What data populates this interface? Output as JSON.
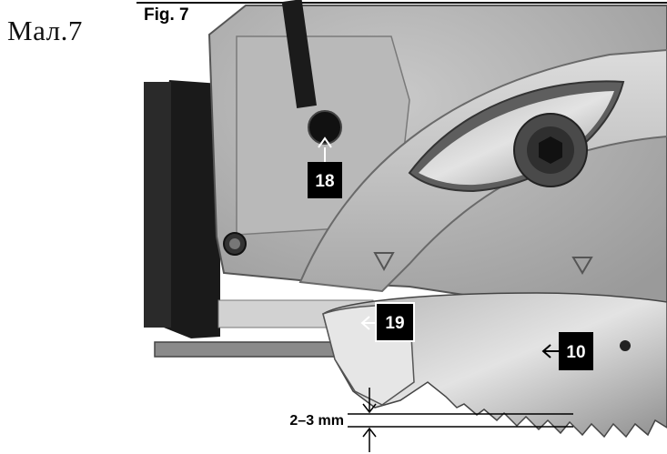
{
  "page_caption": "Мал.7",
  "figure": {
    "label": "Fig. 7",
    "callouts": {
      "screw": "18",
      "lower_guard": "19",
      "blade": "10"
    },
    "dimension": {
      "text": "2–3 mm"
    }
  }
}
